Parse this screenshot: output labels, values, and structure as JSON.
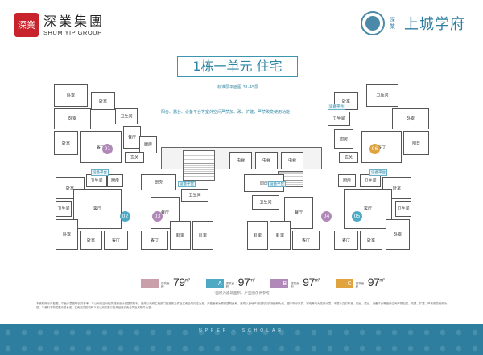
{
  "header": {
    "brand_seal": "深業",
    "brand_cn": "深業集團",
    "brand_en": "SHUM YIP GROUP",
    "project_sub": "深業",
    "project_name": "上城学府"
  },
  "title": "1栋一单元 住宅",
  "plan_label": "标准层平面图 31-45层",
  "notice": "阳台、露台、设备平台等室外空间严禁加、改、扩建，严禁改变使用功能",
  "rooms": {
    "bedroom": "卧室",
    "bathroom": "卫生间",
    "kitchen": "厨房",
    "living": "客厅",
    "dining": "餐厅",
    "entrance": "玄关",
    "balcony": "阳台",
    "equip": "设备平台",
    "elevator": "电梯"
  },
  "units": [
    {
      "num": "01",
      "color": "#b089b8"
    },
    {
      "num": "02",
      "color": "#4ea9c4"
    },
    {
      "num": "03",
      "color": "#b089b8"
    },
    {
      "num": "04",
      "color": "#b089b8"
    },
    {
      "num": "05",
      "color": "#4ea9c4"
    },
    {
      "num": "06",
      "color": "#e0a33d"
    }
  ],
  "legend": [
    {
      "key": "",
      "sub": "建筑面积",
      "value": "79",
      "unit": "m²",
      "color": "#c9a0aa"
    },
    {
      "key": "A",
      "sub": "建筑面积",
      "value": "97",
      "unit": "m²",
      "color": "#4ea9c4"
    },
    {
      "key": "B",
      "sub": "建筑面积",
      "value": "97",
      "unit": "m²",
      "color": "#b089b8"
    },
    {
      "key": "C",
      "sub": "建筑面积",
      "value": "97",
      "unit": "m²",
      "color": "#e0a33d"
    }
  ],
  "legend_hint": "*面积为建筑面积，户型图仅供参考",
  "footer_text": "本资料所示户型图、平面示意图等仅供参考，本公司保留对相关规划设计调整的权利，最终以政府主管部门批准的文件及买卖合同约定为准。户型面积为预测建筑面积，最终以房地产测绘机构实测面积为准。图中所示家具、家电等均为装饰示意，不属于交付标准。阳台、露台、设备平台等室外空间严禁加建、改建、扩建，严禁改变使用功能。本资料不构成要约或承诺，买卖双方的权利义务以双方签订的商品房买卖合同及其附件为准。",
  "band_text": "UPPER · SCHOLAR",
  "colors": {
    "accent": "#2f86a3",
    "band": "#2e7f9f",
    "brand_red": "#c8232c"
  }
}
